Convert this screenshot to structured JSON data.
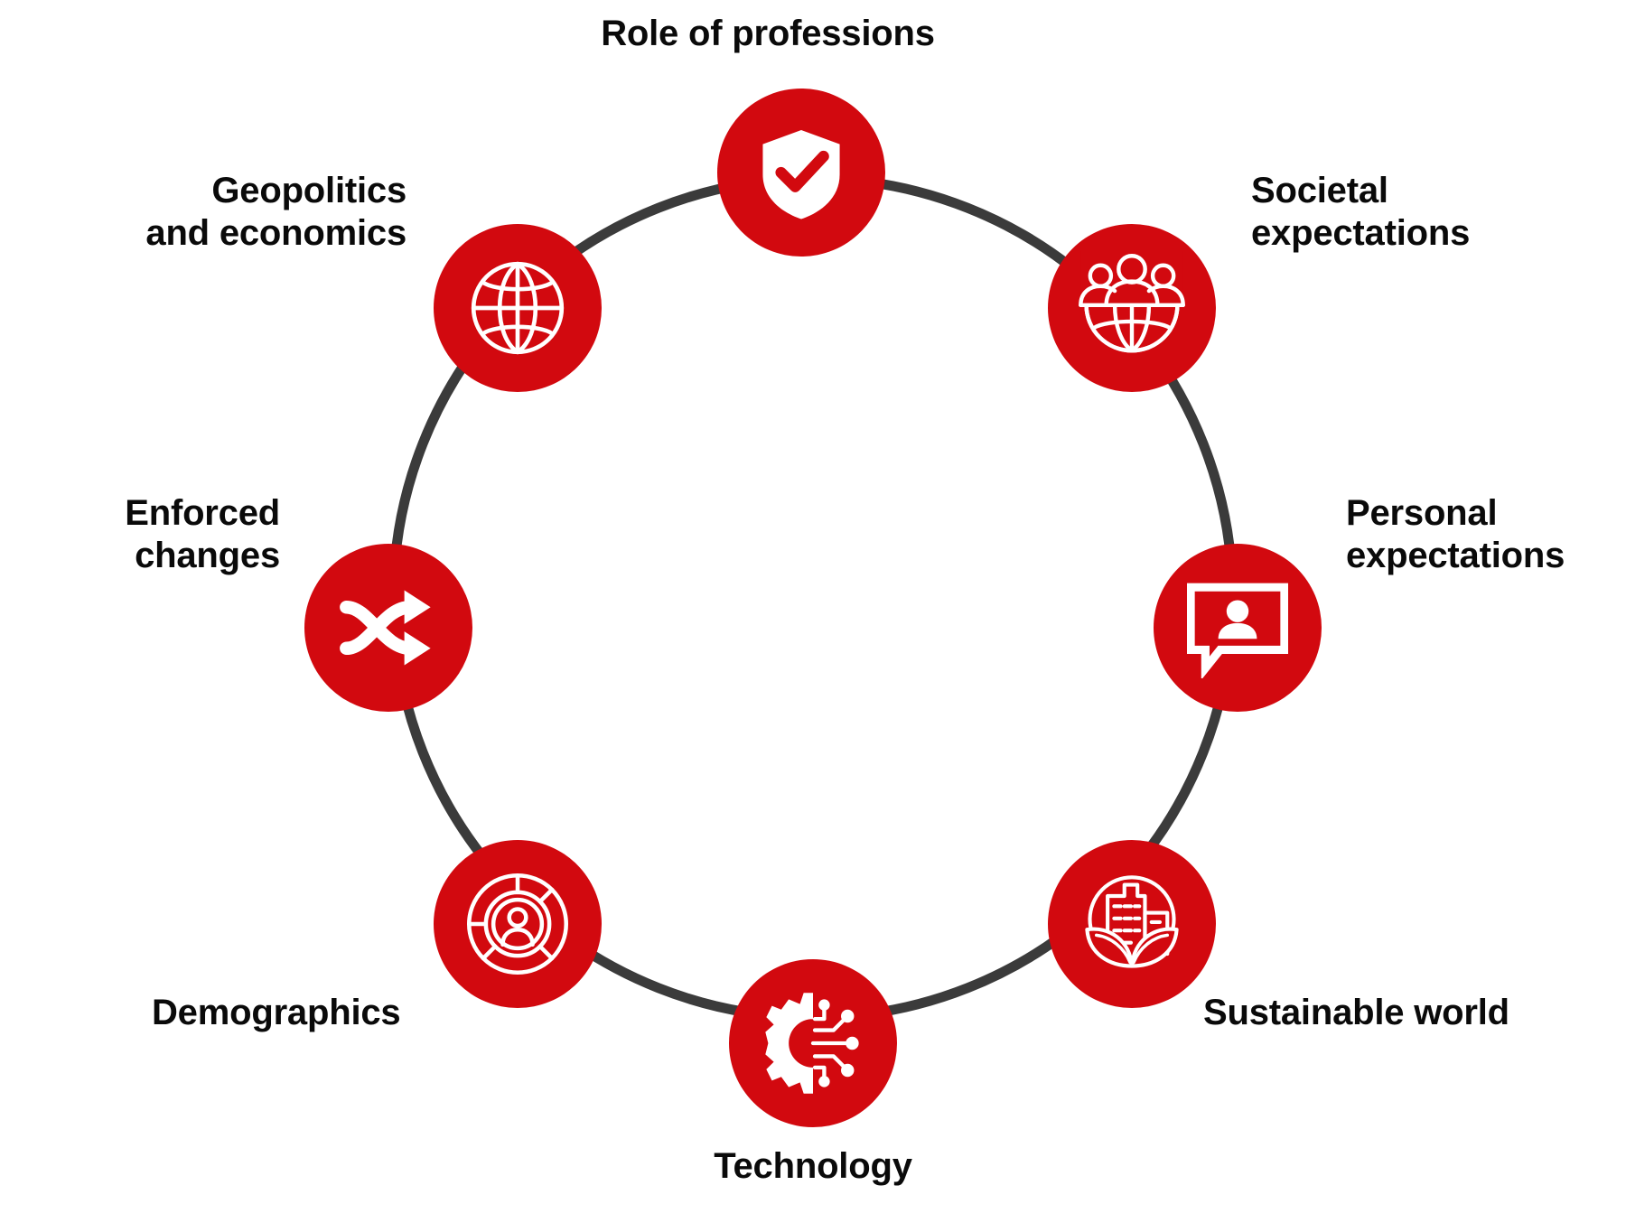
{
  "theme": {
    "background": "#ffffff",
    "accent_red": "#d2090f",
    "ring_color": "#3b3b3b",
    "text_color": "#0a0a0a",
    "icon_color": "#ffffff"
  },
  "diagram": {
    "type": "cycle",
    "node_count": 8,
    "nodes": [
      {
        "id": "role-of-professions",
        "label": "Role of professions",
        "icon": "shield-check-icon",
        "position": "top"
      },
      {
        "id": "societal-expectations",
        "label": "Societal\nexpectations",
        "icon": "people-globe-icon",
        "position": "top-right"
      },
      {
        "id": "personal-expectations",
        "label": "Personal\nexpectations",
        "icon": "person-speech-bubble-icon",
        "position": "right"
      },
      {
        "id": "sustainable-world",
        "label": "Sustainable world",
        "icon": "city-leaves-icon",
        "position": "bottom-right"
      },
      {
        "id": "technology",
        "label": "Technology",
        "icon": "gear-circuit-icon",
        "position": "bottom"
      },
      {
        "id": "demographics",
        "label": "Demographics",
        "icon": "donut-person-icon",
        "position": "bottom-left"
      },
      {
        "id": "enforced-changes",
        "label": "Enforced\nchanges",
        "icon": "shuffle-arrows-icon",
        "position": "left"
      },
      {
        "id": "geopolitics-economics",
        "label": "Geopolitics\nand economics",
        "icon": "globe-grid-icon",
        "position": "top-left"
      }
    ]
  }
}
